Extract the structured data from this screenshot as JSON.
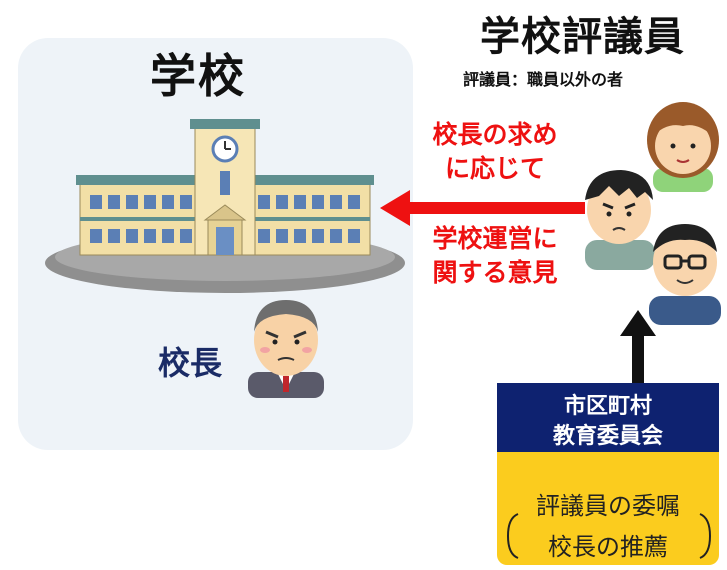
{
  "school": {
    "title": "学校",
    "principal_label": "校長"
  },
  "council": {
    "title": "学校評議員",
    "subtitle": "評議員：職員以外の者"
  },
  "arrow_text": {
    "line1": "校長の求め",
    "line2": "に応じて",
    "line3": "学校運営に",
    "line4": "関する意見"
  },
  "board": {
    "line1": "市区町村",
    "line2": "教育委員会"
  },
  "duties": {
    "line1": "評議員の委嘱",
    "line2": "校長の推薦"
  },
  "colors": {
    "red": "#ee1111",
    "navy": "#0e2270",
    "yellow": "#fbcc1e",
    "panel": "#eef3f8"
  }
}
